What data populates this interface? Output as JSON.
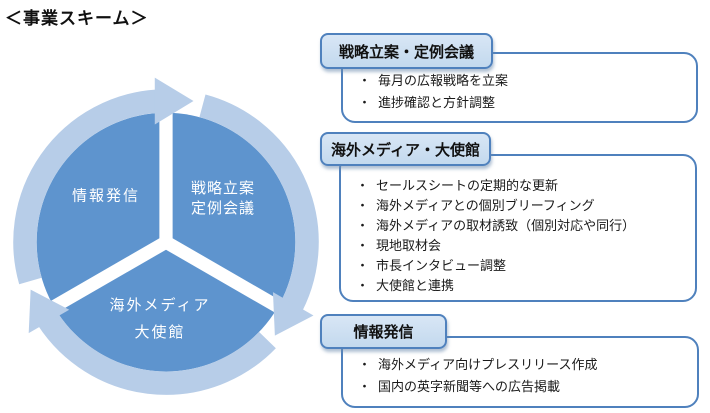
{
  "page": {
    "title": "＜事業スキーム＞"
  },
  "bullet_char": "・",
  "cycle": {
    "direction": "clockwise",
    "colors": {
      "segment": "#5e94ce",
      "ring": "#b7cde8",
      "label": "#ffffff",
      "separator": "#ffffff"
    },
    "segments": [
      {
        "lines": [
          "情報発信"
        ]
      },
      {
        "lines": [
          "戦略立案",
          "定例会議"
        ]
      },
      {
        "lines": [
          "海外メディア",
          "大使館"
        ]
      }
    ]
  },
  "boxes": [
    {
      "header": "戦略立案・定例会議",
      "items": [
        "毎月の広報戦略を立案",
        "進捗確認と方針調整"
      ]
    },
    {
      "header": "海外メディア・大使館",
      "items": [
        "セールスシートの定期的な更新",
        "海外メディアとの個別ブリーフィング",
        "海外メディアの取材誘致（個別対応や同行）",
        "現地取材会",
        "市長インタビュー調整",
        "大使館と連携"
      ]
    },
    {
      "header": "情報発信",
      "items": [
        "海外メディア向けプレスリリース作成",
        "国内の英字新聞等への広告掲載"
      ]
    }
  ],
  "colors": {
    "header_fill": "#cde0f2",
    "header_border": "#4f81bd",
    "body_border": "#4f81bd",
    "text": "#1a1a1a"
  }
}
